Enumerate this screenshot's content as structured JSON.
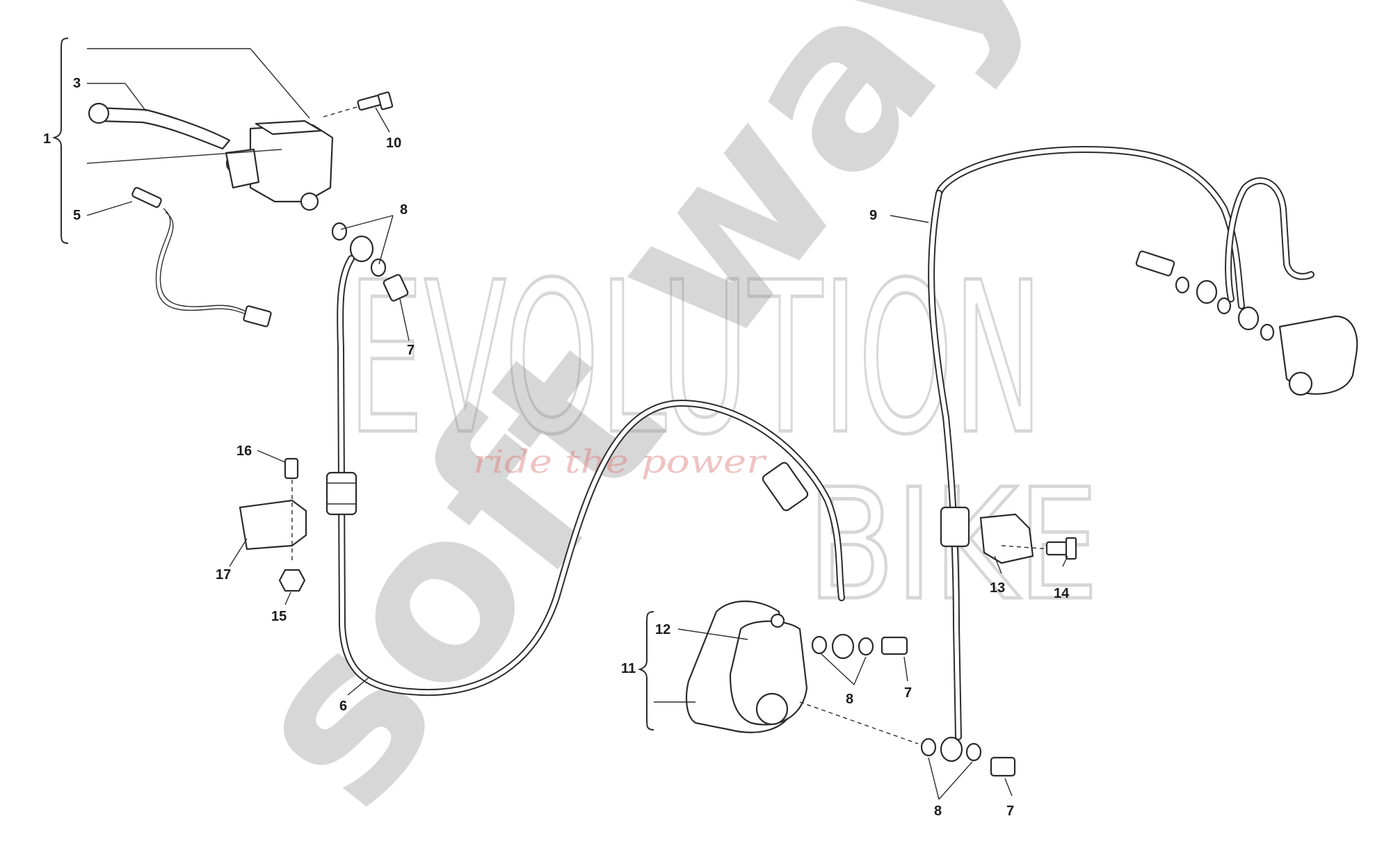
{
  "watermark": {
    "brand_line1": "EVOLUTION",
    "brand_line2": "BIKE",
    "tagline": "ride the power",
    "swash": "soft way"
  },
  "callouts": {
    "c1": "1",
    "c3": "3",
    "c5": "5",
    "c6": "6",
    "c7a": "7",
    "c7b": "7",
    "c7c": "7",
    "c8a": "8",
    "c8b": "8",
    "c8c": "8",
    "c9": "9",
    "c10": "10",
    "c11": "11",
    "c12": "12",
    "c13": "13",
    "c14": "14",
    "c15": "15",
    "c16": "16",
    "c17": "17"
  }
}
